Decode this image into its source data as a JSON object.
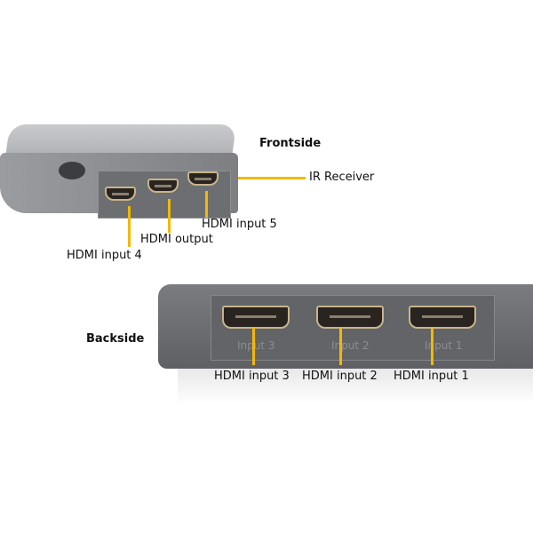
{
  "front": {
    "heading": "Frontside",
    "labels": {
      "ir": "IR Receiver",
      "input5": "HDMI input 5",
      "output": "HDMI output",
      "input4": "HDMI input 4"
    }
  },
  "back": {
    "heading": "Backside",
    "port_labels": [
      "Input 3",
      "Input 2",
      "Input 1"
    ],
    "labels": [
      "HDMI input 3",
      "HDMI input 2",
      "HDMI input 1"
    ]
  },
  "colors": {
    "accent": "#f2b900",
    "device": "#7b7d80"
  }
}
